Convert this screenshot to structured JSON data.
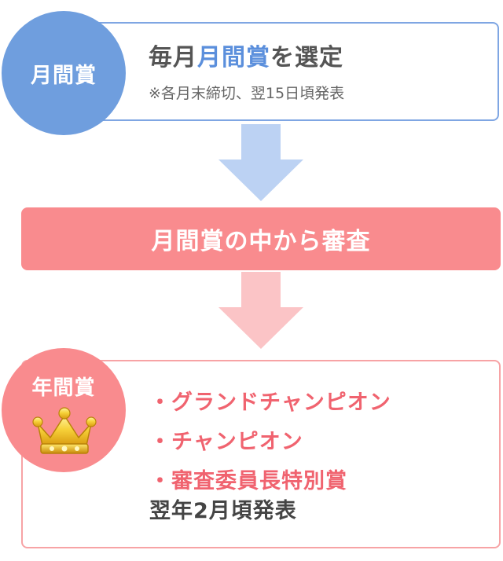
{
  "monthly": {
    "badge": "月間賞",
    "title_prefix": "毎月",
    "title_highlight": "月間賞",
    "title_suffix": "を選定",
    "note": "※各月末締切、翌15日頃発表"
  },
  "judging": {
    "label": "月間賞の中から審査"
  },
  "annual": {
    "badge": "年間賞",
    "awards": [
      "・グランドチャンピオン",
      "・チャンピオン",
      "・審査委員長特別賞"
    ],
    "announcement": "翌年2月頃発表"
  },
  "colors": {
    "blue_accent": "#6f9ede",
    "blue_arrow": "#bcd2f3",
    "pink_accent": "#f98b8e",
    "pink_arrow": "#fbc4c6",
    "award_text": "#f0636f"
  }
}
